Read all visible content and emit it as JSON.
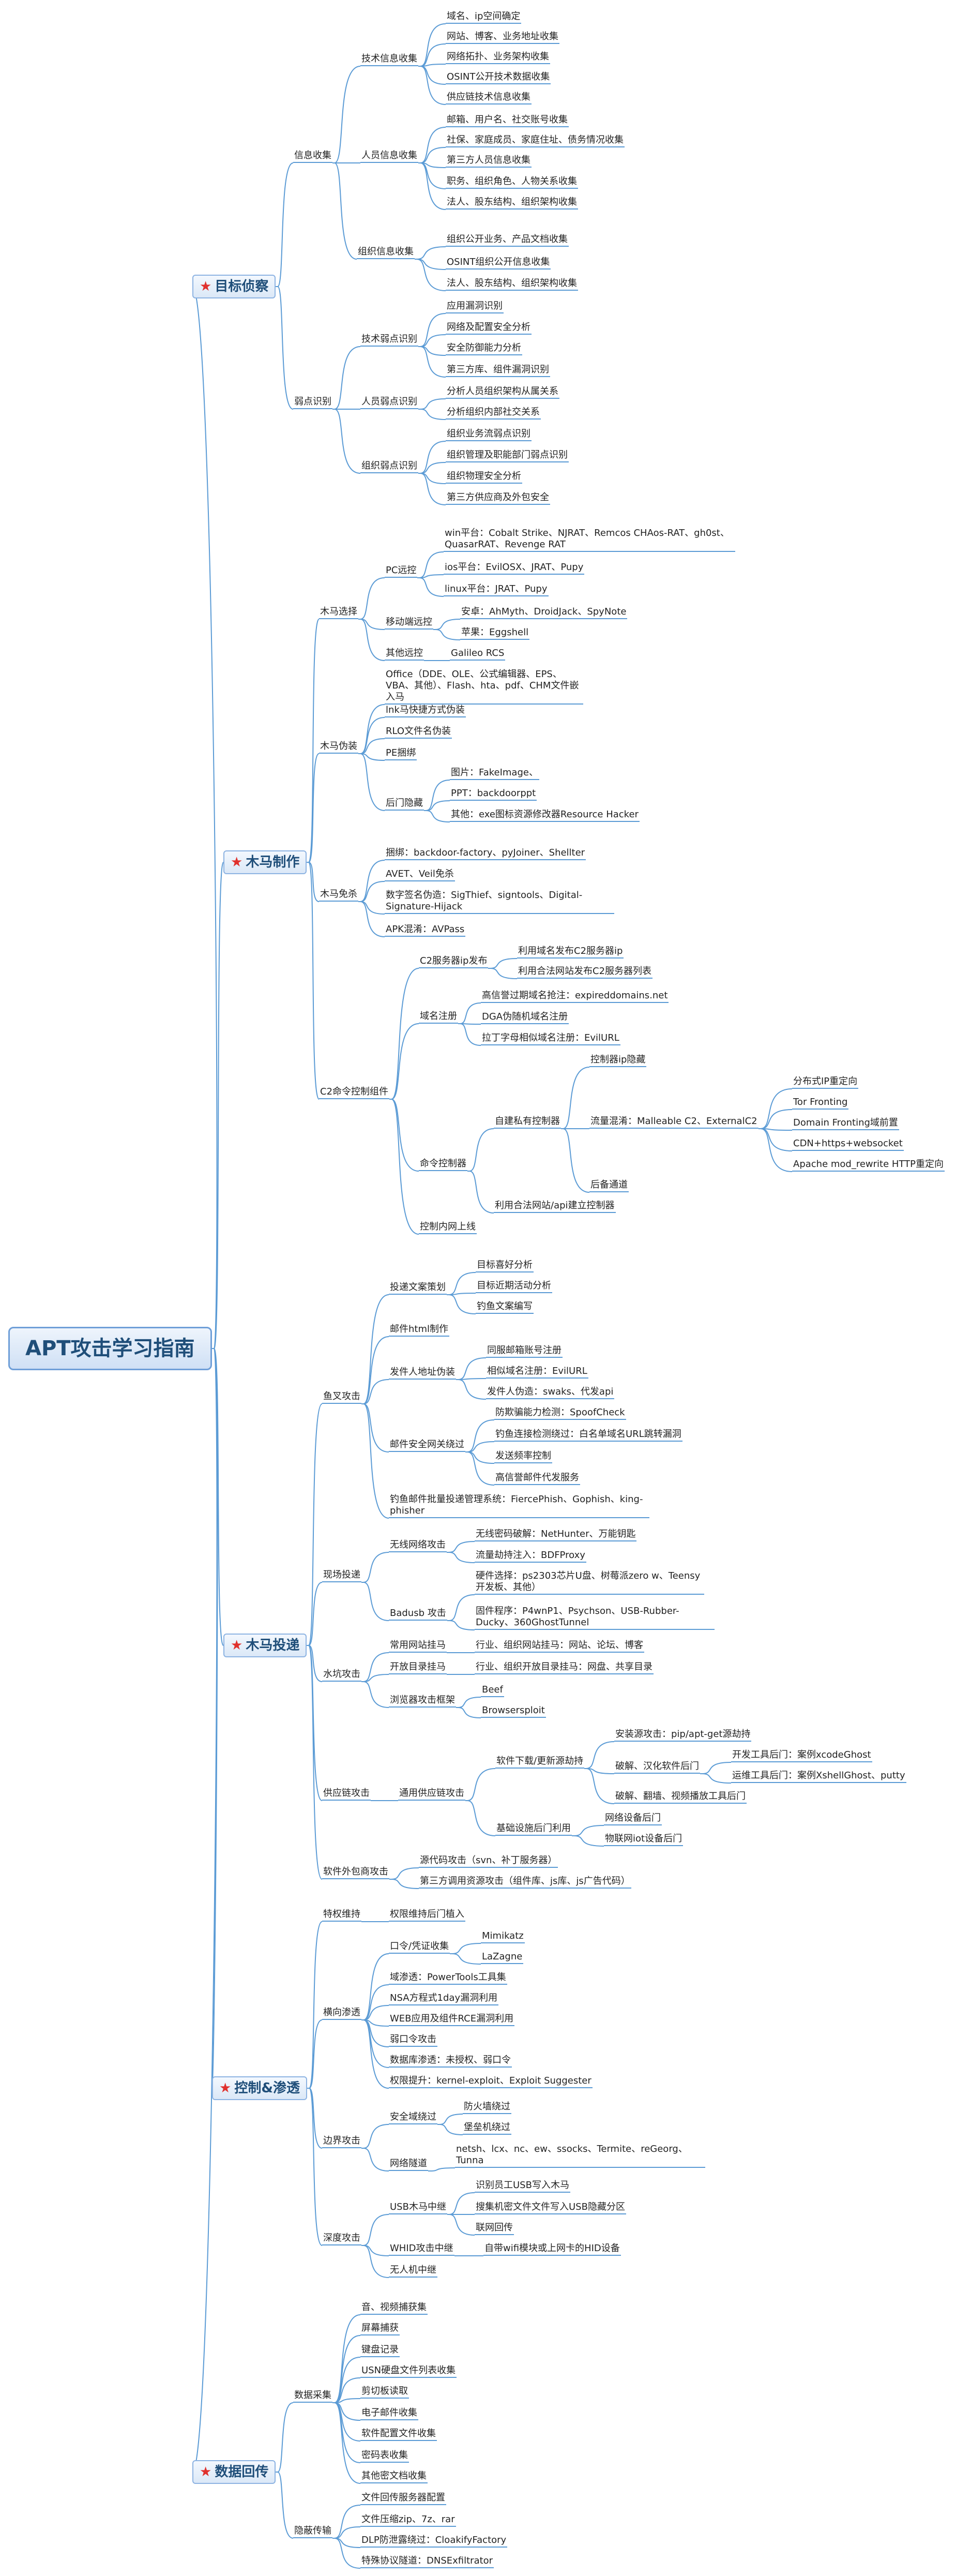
{
  "colors": {
    "line": "#5b9bd5",
    "category_border": "#8db3e2",
    "star": "#e0312d",
    "title": "#1f4e79"
  },
  "root": "APT攻击学习指南",
  "categories": {
    "recon": "目标侦察",
    "trojan": "木马制作",
    "delivery": "木马投递",
    "control": "控制&渗透",
    "exfil": "数据回传"
  },
  "recon": {
    "info_gather": "信息收集",
    "tech_info": "技术信息收集",
    "tech_items": [
      "域名、ip空间确定",
      "网站、博客、业务地址收集",
      "网络拓扑、业务架构收集",
      "OSINT公开技术数据收集",
      "供应链技术信息收集"
    ],
    "people_info": "人员信息收集",
    "people_items": [
      "邮箱、用户名、社交账号收集",
      "社保、家庭成员、家庭住址、债务情况收集",
      "第三方人员信息收集",
      "职务、组织角色、人物关系收集",
      "法人、股东结构、组织架构收集"
    ],
    "org_info": "组织信息收集",
    "org_items": [
      "组织公开业务、产品文档收集",
      "OSINT组织公开信息收集",
      "法人、股东结构、组织架构收集"
    ],
    "weakness": "弱点识别",
    "tech_weak": "技术弱点识别",
    "tech_weak_items": [
      "应用漏洞识别",
      "网络及配置安全分析",
      "安全防御能力分析",
      "第三方库、组件漏洞识别"
    ],
    "people_weak": "人员弱点识别",
    "people_weak_items": [
      "分析人员组织架构从属关系",
      "分析组织内部社交关系"
    ],
    "org_weak": "组织弱点识别",
    "org_weak_items": [
      "组织业务流弱点识别",
      "组织管理及职能部门弱点识别",
      "组织物理安全分析",
      "第三方供应商及外包安全"
    ]
  },
  "trojan": {
    "select": "木马选择",
    "pc": "PC远控",
    "win": "win平台：Cobalt Strike、NJRAT、Remcos CHAos-RAT、gh0st、QuasarRAT、Revenge RAT",
    "ios": "ios平台：EvilOSX、JRAT、Pupy",
    "linux": "linux平台：JRAT、Pupy",
    "mobile": "移动端远控",
    "android": "安卓：AhMyth、DroidJack、SpyNote",
    "apple": "苹果：Eggshell",
    "other_rc": "其他远控",
    "galileo": "Galileo RCS",
    "disguise": "木马伪装",
    "office": "Office（DDE、OLE、公式编辑器、EPS、VBA、其他）、Flash、hta、pdf、CHM文件嵌入马",
    "lnk": "lnk马快捷方式伪装",
    "rlo": "RLO文件名伪装",
    "pe": "PE捆绑",
    "backdoor_hide": "后门隐藏",
    "pic": "图片：FakeImage、",
    "ppt": "PPT：backdoorppt",
    "other_hide": "其他：exe图标资源修改器Resource Hacker",
    "evade": "木马免杀",
    "bind": "捆绑：backdoor-factory、pyJoiner、Shellter",
    "avet": "AVET、Veil免杀",
    "sig": "数字签名伪造：SigThief、signtools、Digital-Signature-Hijack",
    "apk": "APK混淆：AVPass",
    "c2": "C2命令控制组件",
    "c2_ip": "C2服务器ip发布",
    "c2_ip_items": [
      "利用域名发布C2服务器ip",
      "利用合法网站发布C2服务器列表"
    ],
    "domain_reg": "域名注册",
    "domain_items": [
      "高信誉过期域名抢注：expireddomains.net",
      "DGA伪随机域名注册",
      "拉丁字母相似域名注册：EvilURL"
    ],
    "cmd_ctrl": "命令控制器",
    "self_ctrl": "自建私有控制器",
    "hide_ip": "控制器ip隐藏",
    "traffic": "流量混淆：Malleable C2、ExternalC2",
    "traffic_items": [
      "分布式IP重定向",
      "Tor Fronting",
      "Domain Fronting域前置",
      "CDN+https+websocket",
      "Apache mod_rewrite HTTP重定向"
    ],
    "backup": "后备通道",
    "legit": "利用合法网站/api建立控制器",
    "intranet": "控制内网上线"
  },
  "delivery": {
    "phish": "鱼叉攻击",
    "plan": "投递文案策划",
    "plan_items": [
      "目标喜好分析",
      "目标近期活动分析",
      "钓鱼文案编写"
    ],
    "mail_html": "邮件html制作",
    "sender": "发件人地址伪装",
    "sender_items": [
      "同服邮箱账号注册",
      "相似域名注册：EvilURL",
      "发件人伪造：swaks、代发api"
    ],
    "bypass": "邮件安全网关绕过",
    "bypass_items": [
      "防欺骗能力检测：SpoofCheck",
      "钓鱼连接检测绕过：白名单域名URL跳转漏洞",
      "发送频率控制",
      "高信誉邮件代发服务"
    ],
    "batch": "钓鱼邮件批量投递管理系统：FiercePhish、Gophish、king-phisher",
    "onsite": "现场投递",
    "wireless": "无线网络攻击",
    "wireless_items": [
      "无线密码破解：NetHunter、万能钥匙",
      "流量劫持注入：BDFProxy"
    ],
    "badusb": "Badusb 攻击",
    "badusb_items": [
      "硬件选择：ps2303芯片U盘、树莓派zero w、Teensy开发板、其他）",
      "固件程序：P4wnP1、Psychson、USB-Rubber-Ducky、360GhostTunnel"
    ],
    "watering": "水坑攻击",
    "common_site": "常用网站挂马",
    "common_site_item": "行业、组织网站挂马：网站、论坛、博客",
    "open_dir": "开放目录挂马",
    "open_dir_item": "行业、组织开放目录挂马：网盘、共享目录",
    "browser": "浏览器攻击框架",
    "browser_items": [
      "Beef",
      "Browsersploit"
    ],
    "supply": "供应链攻击",
    "via_supply": "通用供应链攻击",
    "software": "软件下载/更新源劫持",
    "install_src": "安装源攻击：pip/apt-get源劫持",
    "crack": "破解、汉化软件后门",
    "crack_items": [
      "开发工具后门：案例xcodeGhost",
      "运维工具后门：案例XshellGhost、putty"
    ],
    "cracked_video": "破解、翻墙、视频播放工具后门",
    "infra": "基础设施后门利用",
    "infra_items": [
      "网络设备后门",
      "物联网iot设备后门"
    ],
    "outsource": "软件外包商攻击",
    "outsource_items": [
      "源代码攻击（svn、补丁服务器）",
      "第三方调用资源攻击（组件库、js库、js广告代码）"
    ]
  },
  "control": {
    "persist": "特权维持",
    "persist_item": "权限维持后门植入",
    "lateral": "横向渗透",
    "cred": "口令/凭证收集",
    "cred_items": [
      "Mimikatz",
      "LaZagne"
    ],
    "lateral_items": [
      "域渗透：PowerTools工具集",
      "NSA方程式1day漏洞利用",
      "WEB应用及组件RCE漏洞利用",
      "弱口令攻击",
      "数据库渗透：未授权、弱口令",
      "权限提升：kernel-exploit、Exploit Suggester"
    ],
    "border": "边界攻击",
    "sec_domain": "安全域绕过",
    "sec_domain_items": [
      "防火墙绕过",
      "堡垒机绕过"
    ],
    "tunnel": "网络隧道",
    "tunnel_item": "netsh、lcx、nc、ew、ssocks、Termite、reGeorg、Tunna",
    "deep": "深度攻击",
    "usb": "USB木马中继",
    "usb_items": [
      "识别员工USB写入木马",
      "搜集机密文件文件写入USB隐藏分区",
      "联网回传"
    ],
    "whid": "WHID攻击中继",
    "whid_item": "自带wifi模块或上网卡的HID设备",
    "drone": "无人机中继"
  },
  "exfil": {
    "collect": "数据采集",
    "collect_items": [
      "音、视频捕获集",
      "屏幕捕获",
      "键盘记录",
      "USN硬盘文件列表收集",
      "剪切板读取",
      "电子邮件收集",
      "软件配置文件收集",
      "密码表收集",
      "其他密文档收集"
    ],
    "transfer": "隐蔽传输",
    "transfer_items": [
      "文件回传服务器配置",
      "文件压缩zip、7z、rar",
      "DLP防泄露绕过：CloakifyFactory",
      "特殊协议隧道：DNSExfiltrator"
    ]
  }
}
